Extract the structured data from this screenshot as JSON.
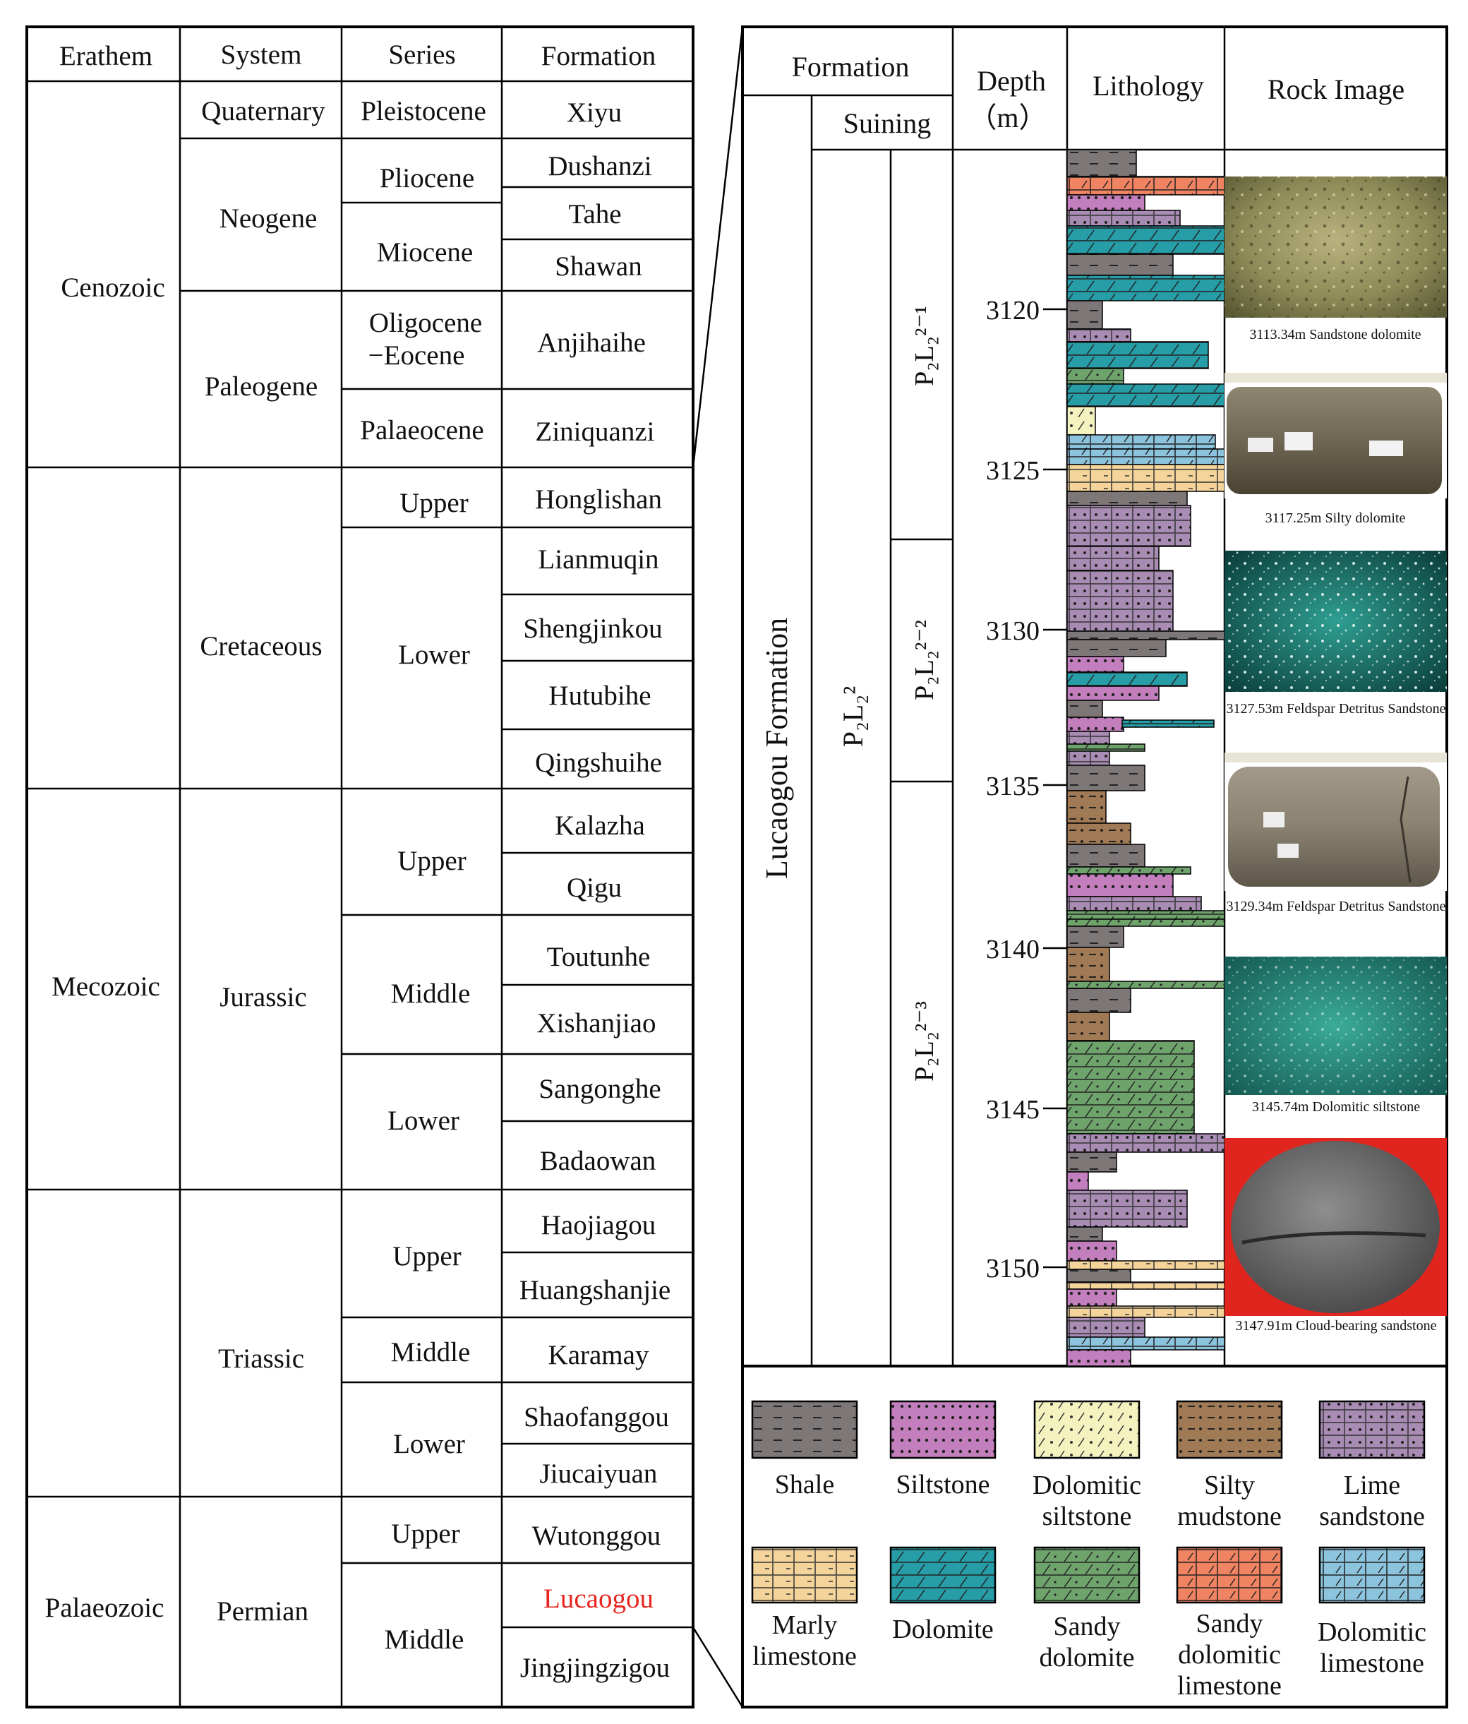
{
  "strat_table": {
    "headers": [
      "Erathem",
      "System",
      "Series",
      "Formation"
    ],
    "erathems": [
      "Cenozoic",
      "Mecozoic",
      "Palaeozoic"
    ],
    "systems": [
      "Quaternary",
      "Neogene",
      "Paleogene",
      "Cretaceous",
      "Jurassic",
      "Triassic",
      "Permian"
    ],
    "series": [
      "Pleistocene",
      "Pliocene",
      "Miocene",
      "Oligocene",
      "−Eocene",
      "Palaeocene",
      "Upper",
      "Lower",
      "Upper",
      "Middle",
      "Lower",
      "Upper",
      "Middle",
      "Lower",
      "Upper",
      "Middle"
    ],
    "formations": [
      "Xiyu",
      "Dushanzi",
      "Tahe",
      "Shawan",
      "Anjihaihe",
      "Ziniquanzi",
      "Honglishan",
      "Lianmuqin",
      "Shengjinkou",
      "Hutubihe",
      "Qingshuihe",
      "Kalazha",
      "Qigu",
      "Toutunhe",
      "Xishanjiao",
      "Sangonghe",
      "Badaowan",
      "Haojiagou",
      "Huangshanjie",
      "Karamay",
      "Shaofanggou",
      "Jiucaiyuan",
      "Wutonggou",
      "Lucaogou",
      "Jingjingzigou"
    ],
    "highlight_formation": "Lucaogou",
    "highlight_color": "#e8251f"
  },
  "column": {
    "header_formation": "Formation",
    "header_suining": "Suining",
    "header_depth": "Depth",
    "header_depth_unit": "（m）",
    "header_lithology": "Lithology",
    "header_rock_image": "Rock Image",
    "formation_name": "Lucaogou      Formation",
    "member_label": "P₂L₂²",
    "sub_members": [
      "P₂L₂²⁻¹",
      "P₂L₂²⁻²",
      "P₂L₂²⁻³"
    ],
    "depth_ticks": [
      "3120",
      "3125",
      "3130",
      "3135",
      "3140",
      "3145",
      "3150"
    ],
    "rock_images": [
      {
        "caption": "3113.34m  Sandstone dolomite"
      },
      {
        "caption": "3117.25m  Silty dolomite"
      },
      {
        "caption": "3127.53m Feldspar Detritus Sandstone"
      },
      {
        "caption": "3129.34m   Feldspar Detritus Sandstone"
      },
      {
        "caption": "3145.74m  Dolomitic siltstone"
      },
      {
        "caption": "3147.91m  Cloud-bearing sandstone"
      }
    ]
  },
  "legend": [
    {
      "name": "Shale",
      "color": "#7d7777"
    },
    {
      "name": "Siltstone",
      "color": "#c37fbd"
    },
    {
      "name": "Dolomitic siltstone",
      "color": "#f4f2bf"
    },
    {
      "name": "Silty mudstone",
      "color": "#a07a55"
    },
    {
      "name": "Lime sandstone",
      "color": "#a98cb4"
    },
    {
      "name": "Marly limestone",
      "color": "#f4d49a"
    },
    {
      "name": "Dolomite",
      "color": "#279da7"
    },
    {
      "name": "Sandy dolomite",
      "color": "#6ea36c"
    },
    {
      "name": "Sandy dolomitic limestone",
      "color": "#f08462"
    },
    {
      "name": "Dolomitic limestone",
      "color": "#8dc4dd"
    }
  ]
}
